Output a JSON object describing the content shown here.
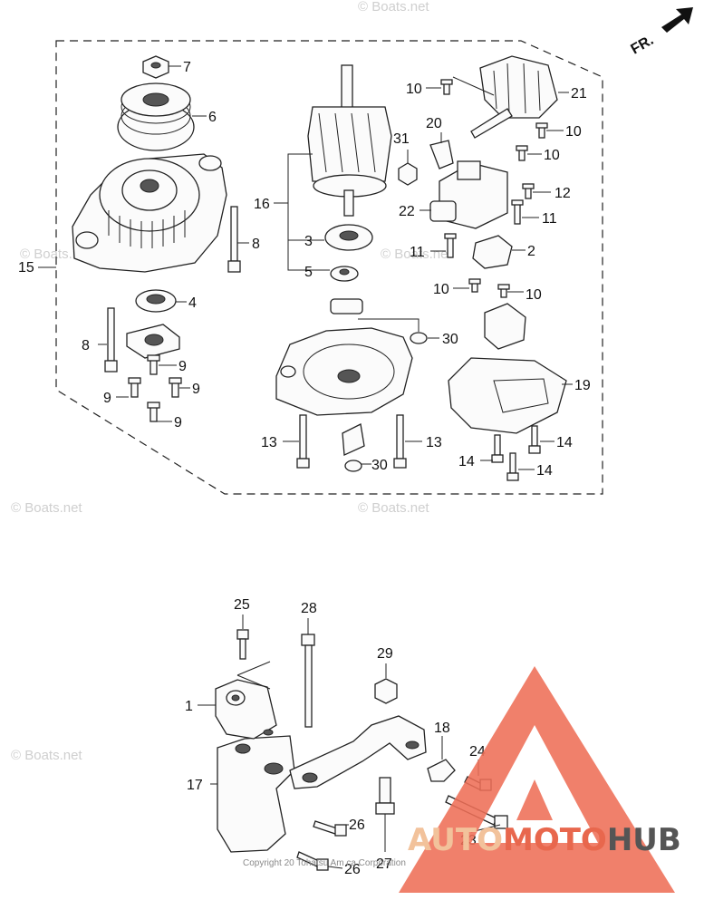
{
  "direction_label": "FR.",
  "watermark": "© Boats.net",
  "copyright": "Copyright 20   Tohatsu Am   ca Corporation",
  "brand": {
    "auto": "AUTO",
    "moto": "MOTO",
    "hub": "HUB",
    "auto_color": "#f2c29b",
    "moto_color": "#e8674d",
    "hub_color": "#555555",
    "mark_color": "#ee6e57"
  },
  "callouts": [
    "7",
    "6",
    "8",
    "15",
    "4",
    "8",
    "9",
    "9",
    "9",
    "9",
    "16",
    "3",
    "5",
    "10",
    "20",
    "31",
    "21",
    "10",
    "10",
    "12",
    "22",
    "11",
    "11",
    "2",
    "10",
    "10",
    "30",
    "19",
    "13",
    "13",
    "30",
    "14",
    "14",
    "14",
    "25",
    "28",
    "29",
    "1",
    "18",
    "24",
    "17",
    "26",
    "23",
    "26",
    "27"
  ]
}
